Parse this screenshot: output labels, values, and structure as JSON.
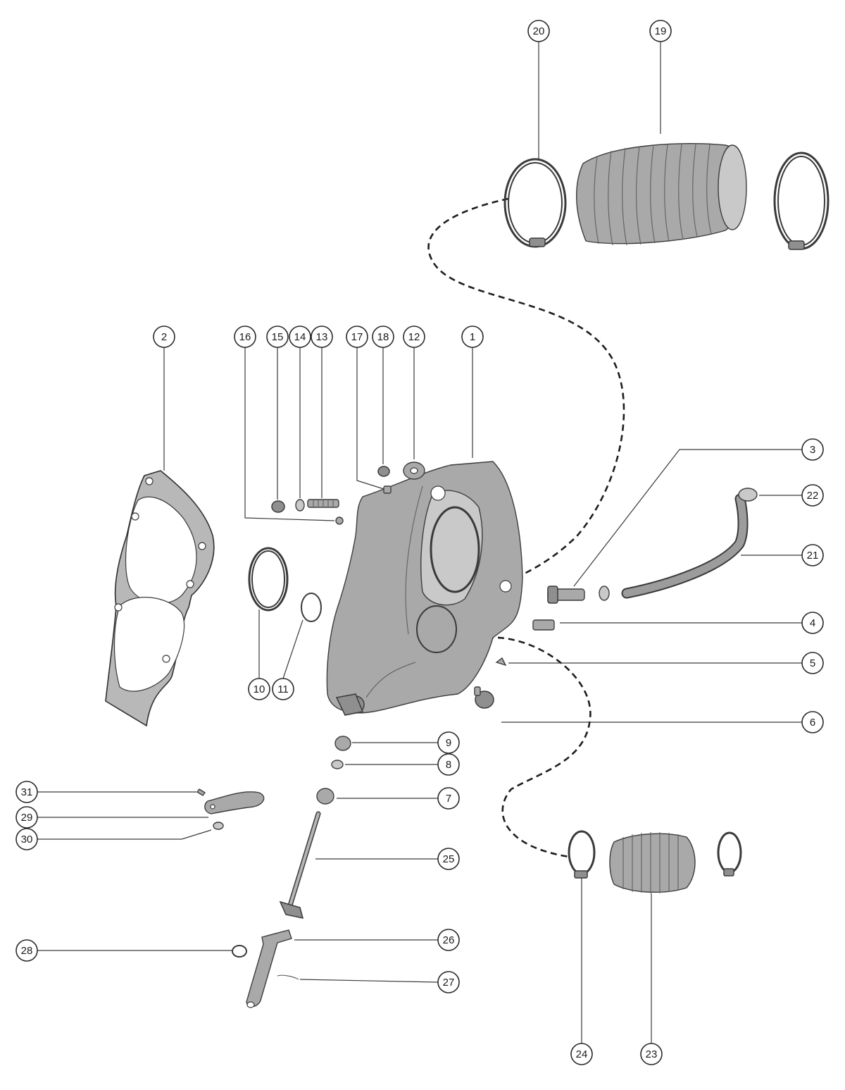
{
  "callouts": [
    {
      "n": "1"
    },
    {
      "n": "2"
    },
    {
      "n": "3"
    },
    {
      "n": "4"
    },
    {
      "n": "5"
    },
    {
      "n": "6"
    },
    {
      "n": "7"
    },
    {
      "n": "8"
    },
    {
      "n": "9"
    },
    {
      "n": "10"
    },
    {
      "n": "11"
    },
    {
      "n": "12"
    },
    {
      "n": "13"
    },
    {
      "n": "14"
    },
    {
      "n": "15"
    },
    {
      "n": "16"
    },
    {
      "n": "17"
    },
    {
      "n": "18"
    },
    {
      "n": "19"
    },
    {
      "n": "20"
    },
    {
      "n": "21"
    },
    {
      "n": "22"
    },
    {
      "n": "23"
    },
    {
      "n": "24"
    },
    {
      "n": "25"
    },
    {
      "n": "26"
    },
    {
      "n": "27"
    },
    {
      "n": "28"
    },
    {
      "n": "29"
    },
    {
      "n": "30"
    },
    {
      "n": "31"
    }
  ],
  "colors": {
    "line": "#2a2a2a",
    "part_fill": "#a9a9a9",
    "background": "#ffffff"
  }
}
